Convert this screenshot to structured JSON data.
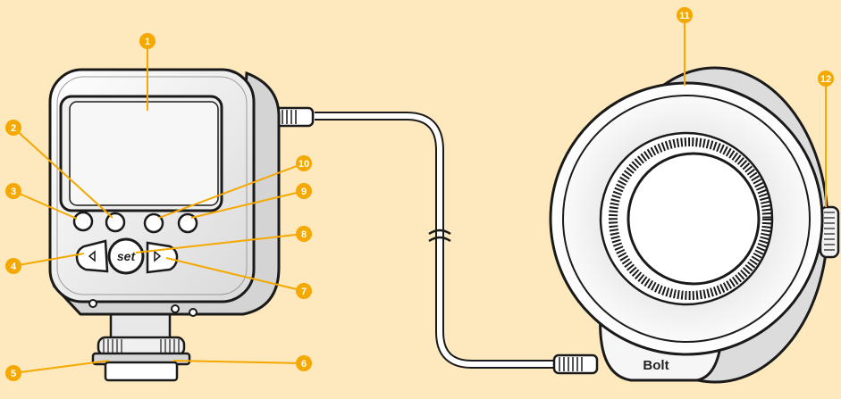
{
  "colors": {
    "background": "#fde9bd",
    "callout": "#f5a800",
    "device_body": "#f3f3f3",
    "outline": "#1a1a1a",
    "screen": "#f0f0f0"
  },
  "device": {
    "set_button_label": "set",
    "brand_label": "Bolt"
  },
  "callouts": [
    {
      "n": "1"
    },
    {
      "n": "2"
    },
    {
      "n": "3"
    },
    {
      "n": "4"
    },
    {
      "n": "5"
    },
    {
      "n": "6"
    },
    {
      "n": "7"
    },
    {
      "n": "8"
    },
    {
      "n": "9"
    },
    {
      "n": "10"
    },
    {
      "n": "11"
    },
    {
      "n": "12"
    }
  ]
}
